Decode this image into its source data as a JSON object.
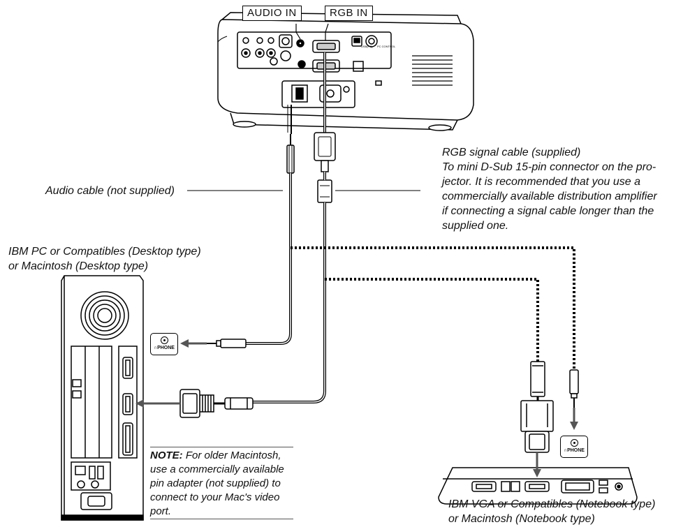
{
  "labels": {
    "audio_in": "AUDIO IN",
    "rgb_in": "RGB IN",
    "rgb_cable_title": "RGB signal cable (supplied)",
    "rgb_cable_desc_1": "To mini D-Sub 15-pin connector on the pro-",
    "rgb_cable_desc_2": "jector. It is recommended that you use a",
    "rgb_cable_desc_3": "commercially available distribution amplifier",
    "rgb_cable_desc_4": "if connecting a signal cable longer than the",
    "rgb_cable_desc_5": "supplied one.",
    "audio_cable": "Audio cable (not supplied)",
    "desktop_line_1": "IBM PC or Compatibles (Desktop type)",
    "desktop_line_2": "or Macintosh (Desktop type)",
    "notebook_line_1": "IBM VGA or Compatibles (Notebook type)",
    "notebook_line_2": "or Macintosh (Notebook type)",
    "phone_jack": "PHONE",
    "note_head": "NOTE:",
    "note_line_1": " For older Macintosh,",
    "note_line_2": "use a commercially available",
    "note_line_3": "pin adapter (not supplied) to",
    "note_line_4": "connect to your Mac's video",
    "note_line_5": "port.",
    "projector_port_usb": "USB(PC)",
    "projector_port_pc_control": "PC CONTROL"
  }
}
